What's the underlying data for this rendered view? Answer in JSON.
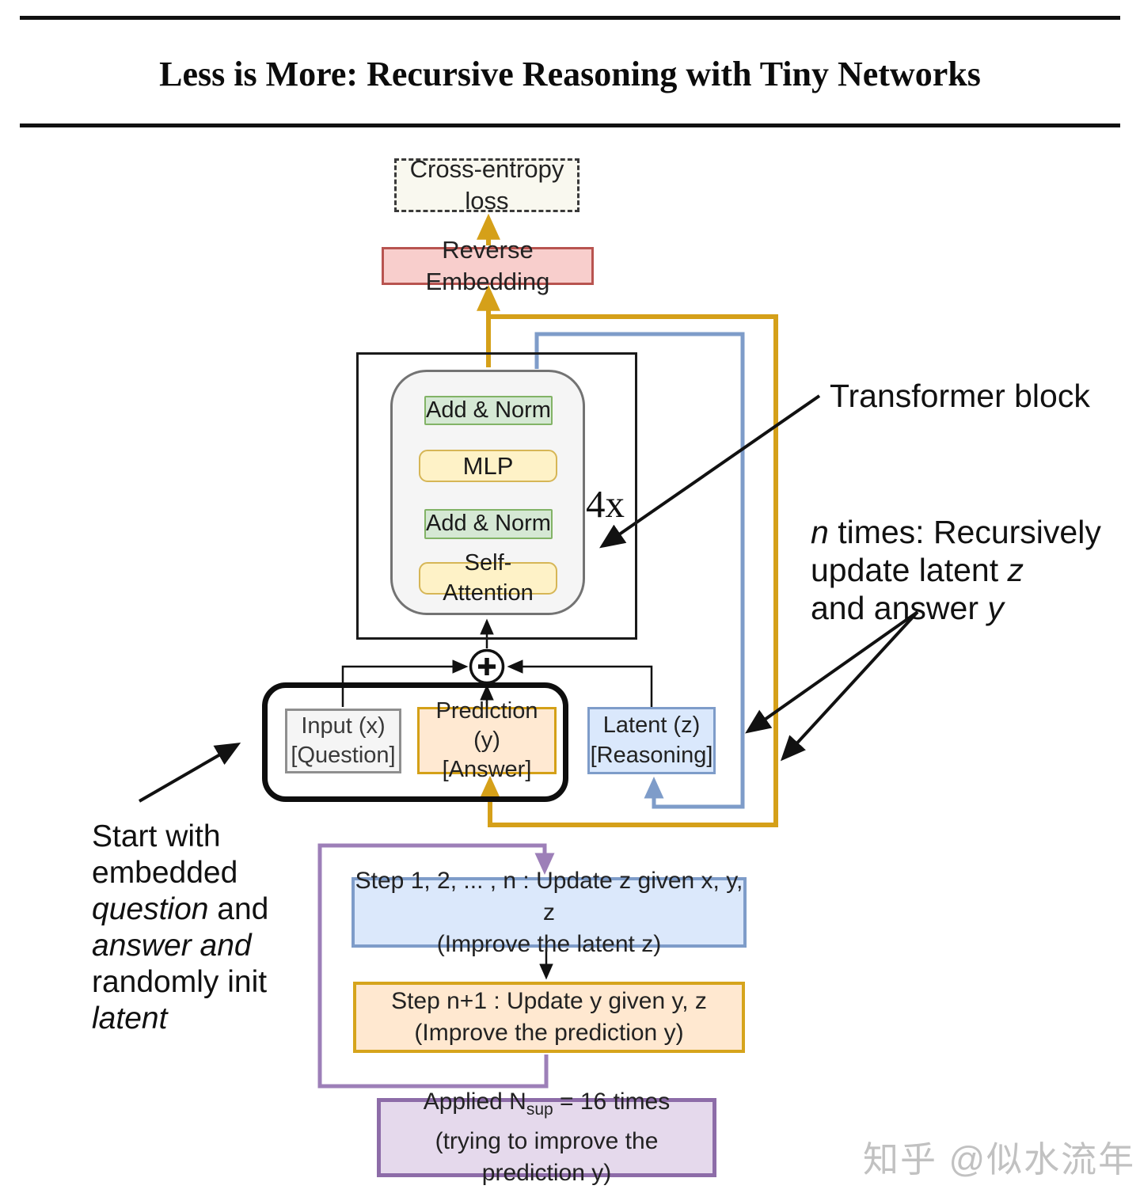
{
  "title": "Less is More: Recursive Reasoning with Tiny Networks",
  "watermark": "知乎 @似水流年",
  "colors": {
    "gold_line": "#d5a019",
    "blue_line": "#7e9cc9",
    "purple_line": "#9d7fb8",
    "loss_fill": "#f9f8ef",
    "reverse_fill": "#f8cecc",
    "reverse_border": "#b85450",
    "green_fill": "#d5e8d4",
    "green_border": "#82b366",
    "yellow_fill": "#fef2c7",
    "yellow_border": "#d6b656",
    "gray_fill": "#f5f5f5",
    "blue_fill": "#dae8fc",
    "orange_fill": "#ffe8d0",
    "orange_border": "#d6a41c",
    "purple_fill": "#e5d9ec",
    "purple_border": "#8d6ca8"
  },
  "diagram": {
    "loss_label": "Cross-entropy loss",
    "reverse_label": "Reverse Embedding",
    "transformer": {
      "add_norm_1": "Add & Norm",
      "mlp": "MLP",
      "add_norm_2": "Add & Norm",
      "self_attention": "Self-Attention",
      "repeat": "4x"
    },
    "states": {
      "input_l1": "Input (x)",
      "input_l2": "[Question]",
      "pred_l1": "Prediction (y)",
      "pred_l2": "[Answer]",
      "latent_l1": "Latent (z)",
      "latent_l2": "[Reasoning]"
    },
    "annotations": {
      "transformer_label": "Transformer block",
      "n_times": {
        "l1a": "n",
        "l1b": " times: Recursively",
        "l2a": "update latent ",
        "l2b": "z",
        "l3a": "and answer ",
        "l3b": "y"
      },
      "start_note": {
        "l1": "Start with",
        "l2": "embedded",
        "l3a": "question",
        "l3b": " and",
        "l4a": "answer and",
        "l5": "randomly init",
        "l6a": "latent"
      }
    },
    "steps": {
      "z_l1": "Step 1, 2, ... , n : Update z given x, y, z",
      "z_l2": "(Improve the latent z)",
      "y_l1": "Step n+1 : Update y given y, z",
      "y_l2": "(Improve the prediction y)",
      "applied_a": "Applied N",
      "applied_sub": "sup",
      "applied_b": " = 16 times",
      "applied_l2": "(trying to improve the prediction y)"
    }
  }
}
